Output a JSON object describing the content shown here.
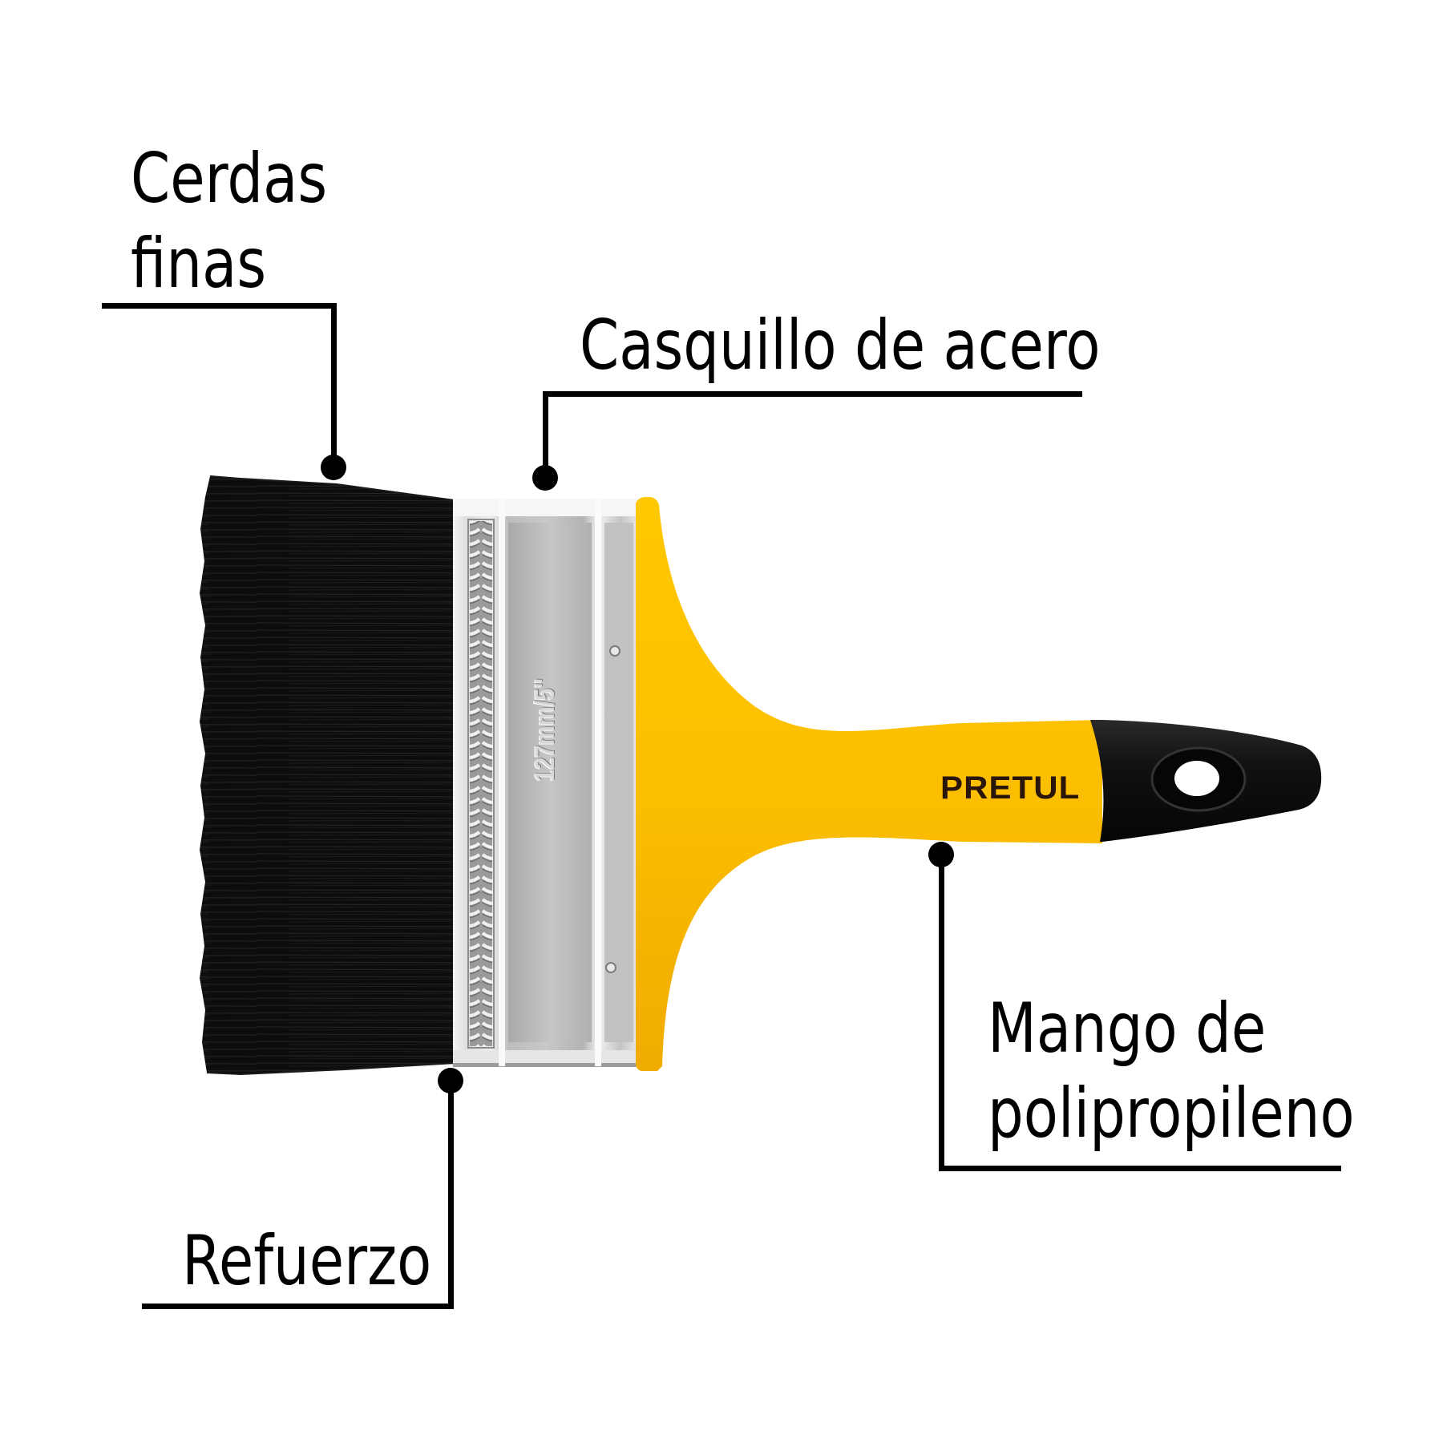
{
  "figure": {
    "subject": "Paint brush (brocha)",
    "colors": {
      "background": "#ffffff",
      "bristles": "#111111",
      "ferrule": "#c9c9c9",
      "handle": "#f9b800",
      "grip_tip": "#141414",
      "leader": "#000000",
      "brand_text": "#2a1608"
    }
  },
  "brush": {
    "brand": "PRETUL",
    "ferrule_marking": "127mm/5\""
  },
  "callouts": [
    {
      "id": "bristles",
      "lines": [
        "Cerdas",
        "finas"
      ]
    },
    {
      "id": "ferrule",
      "lines": [
        "Casquillo de acero"
      ]
    },
    {
      "id": "reinforcement",
      "lines": [
        "Refuerzo"
      ]
    },
    {
      "id": "handle",
      "lines": [
        "Mango de",
        "polipropileno"
      ]
    }
  ]
}
